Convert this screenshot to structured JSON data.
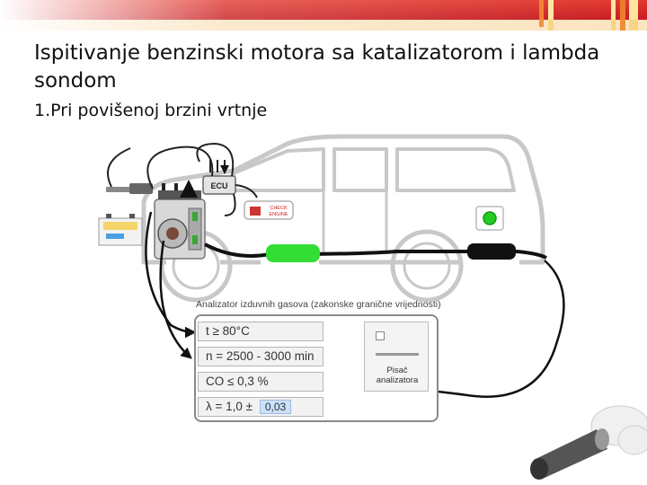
{
  "slide": {
    "title": "Ispitivanje benzinski motora sa katalizatorom i lambda sondom",
    "subtitle": "1.Pri povišenoj brzini vrtnje"
  },
  "diagram": {
    "ecu_label": "ECU",
    "check_engine_label_1": "CHECK",
    "check_engine_label_2": "ENGINE",
    "analyzer_caption": "Analizator izduvnih gasova (zakonske granične vrijednosti)",
    "params": {
      "temperature": "t ≥ 80°C",
      "rpm": "n = 2500 - 3000 min",
      "co": "CO ≤ 0,3 %",
      "lambda": "λ = 1,0 ±",
      "lambda_value": "0,03"
    },
    "printer_line1": "Pisač",
    "printer_line2": "analizatora",
    "colors": {
      "catalyst": "#33dd33",
      "muffler": "#111111",
      "indicator": "#22cc22",
      "header_red": "#d9262a",
      "car_outline": "#cccccc"
    }
  }
}
